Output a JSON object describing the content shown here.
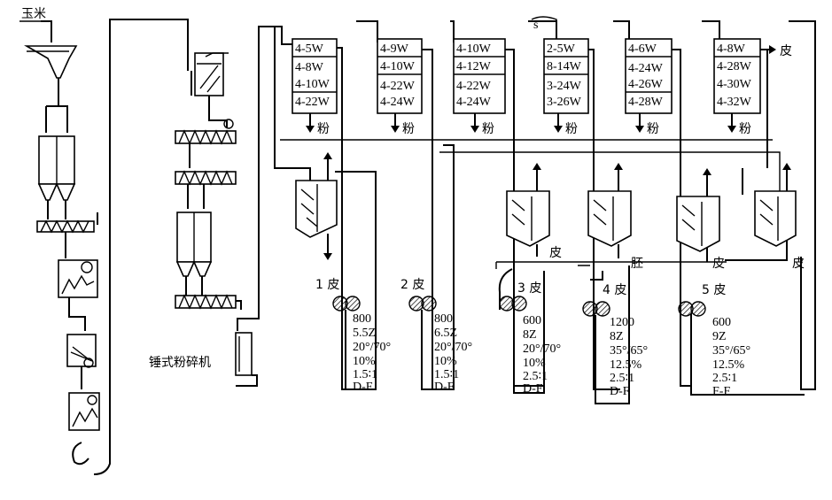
{
  "input_label": "玉米",
  "hammer_mill_label": "锤式粉碎机",
  "sifters": [
    {
      "id": "sifter-1",
      "screens": [
        "4-5W",
        "4-8W",
        "4-10W",
        "4-22W"
      ],
      "flour_label": "粉"
    },
    {
      "id": "sifter-2",
      "screens": [
        "4-9W",
        "4-10W",
        "4-22W",
        "4-24W"
      ],
      "flour_label": "粉"
    },
    {
      "id": "sifter-3",
      "screens": [
        "4-10W",
        "4-12W",
        "4-22W",
        "4-24W"
      ],
      "flour_label": "粉"
    },
    {
      "id": "sifter-4",
      "screens": [
        "2-5W",
        "8-14W",
        "3-24W",
        "3-26W"
      ],
      "flour_label": "粉",
      "top_mark": "s"
    },
    {
      "id": "sifter-5",
      "screens": [
        "4-6W",
        "4-24W",
        "4-26W",
        "4-28W"
      ],
      "flour_label": "粉"
    },
    {
      "id": "sifter-6",
      "screens": [
        "4-8W",
        "4-28W",
        "4-30W",
        "4-32W"
      ],
      "flour_label": "粉",
      "side_output": "皮"
    }
  ],
  "separator_outputs": [
    "皮",
    "胚",
    "皮",
    "皮"
  ],
  "mills": [
    {
      "name": "1 皮",
      "specs": [
        "800",
        "5.5Z",
        "20°/70°",
        "10%",
        "1.5∶1",
        "D-F"
      ]
    },
    {
      "name": "2 皮",
      "specs": [
        "800",
        "6.5Z",
        "20°/70°",
        "10%",
        "1.5∶1",
        "D-F"
      ]
    },
    {
      "name": "3 皮",
      "specs": [
        "600",
        "8Z",
        "20°/70°",
        "10%",
        "2.5∶1",
        "D-F"
      ]
    },
    {
      "name": "4 皮",
      "specs": [
        "1200",
        "8Z",
        "35°/65°",
        "12.5%",
        "2.5∶1",
        "D-F"
      ]
    },
    {
      "name": "5 皮",
      "specs": [
        "600",
        "9Z",
        "35°/65°",
        "12.5%",
        "2.5∶1",
        "F-F"
      ]
    }
  ]
}
